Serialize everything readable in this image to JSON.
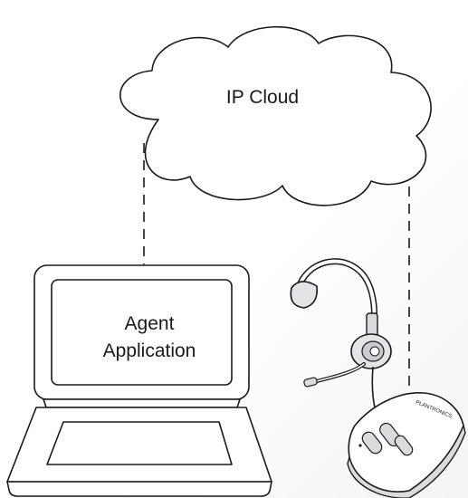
{
  "cloud": {
    "label": "IP Cloud"
  },
  "laptop": {
    "screen_line1": "Agent",
    "screen_line2": "Application"
  },
  "base_station": {
    "brand_text": "PLANTRONICS"
  },
  "icons": {
    "cloud": "cloud-icon",
    "laptop": "laptop-icon",
    "headset": "headset-icon",
    "base_station": "base-station-icon"
  },
  "colors": {
    "stroke": "#1a1a1a",
    "fill": "#ffffff",
    "device_shade": "#d9dbde"
  }
}
